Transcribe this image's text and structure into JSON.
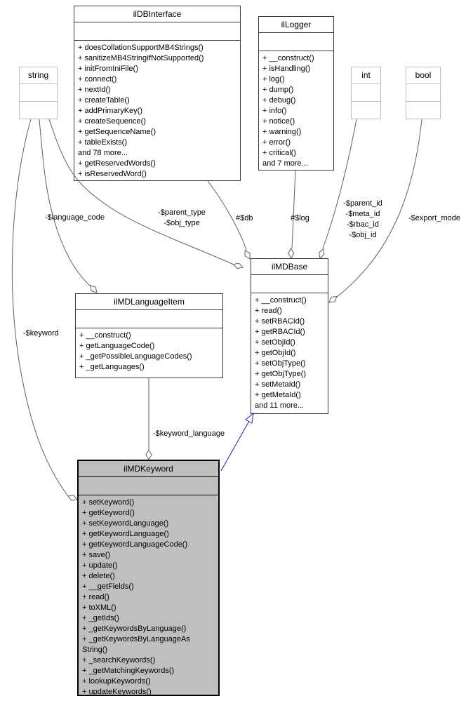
{
  "diagram_type": "uml-collaboration-graph",
  "classes": {
    "ilDBInterface": {
      "title": "ilDBInterface",
      "methods": [
        "+ doesCollationSupportMB4Strings()",
        "+ sanitizeMB4StringIfNotSupported()",
        "+ initFromIniFile()",
        "+ connect()",
        "+ nextId()",
        "+ createTable()",
        "+ addPrimaryKey()",
        "+ createSequence()",
        "+ getSequenceName()",
        "+ tableExists()",
        "and 78 more...",
        "+ getReservedWords()",
        "+ isReservedWord()"
      ]
    },
    "ilLogger": {
      "title": "ilLogger",
      "methods": [
        "+ __construct()",
        "+ isHandling()",
        "+ log()",
        "+ dump()",
        "+ debug()",
        "+ info()",
        "+ notice()",
        "+ warning()",
        "+ error()",
        "+ critical()",
        "and 7 more..."
      ]
    },
    "string": {
      "title": "string",
      "methods": []
    },
    "int": {
      "title": "int",
      "methods": []
    },
    "bool": {
      "title": "bool",
      "methods": []
    },
    "ilMDBase": {
      "title": "ilMDBase",
      "methods": [
        "+ __construct()",
        "+ read()",
        "+ setRBACId()",
        "+ getRBACId()",
        "+ setObjId()",
        "+ getObjId()",
        "+ setObjType()",
        "+ getObjType()",
        "+ setMetaId()",
        "+ getMetaId()",
        "and 11 more..."
      ]
    },
    "ilMDLanguageItem": {
      "title": "ilMDLanguageItem",
      "methods": [
        "+ __construct()",
        "+ getLanguageCode()",
        "+ _getPossibleLanguageCodes()",
        "+ _getLanguages()"
      ]
    },
    "ilMDKeyword": {
      "title": "ilMDKeyword",
      "highlighted": true,
      "methods": [
        "+ setKeyword()",
        "+ getKeyword()",
        "+ setKeywordLanguage()",
        "+ getKeywordLanguage()",
        "+ getKeywordLanguageCode()",
        "+ save()",
        "+ update()",
        "+ delete()",
        "+ __getFields()",
        "+ read()",
        "+ toXML()",
        "+ _getIds()",
        "+ _getKeywordsByLanguage()",
        "+ _getKeywordsByLanguageAs",
        "String()",
        "+ _searchKeywords()",
        "+ _getMatchingKeywords()",
        "+ lookupKeywords()",
        "+ updateKeywords()"
      ]
    }
  },
  "labels": {
    "language_code": "-$language_code",
    "parent_type": "-$parent_type",
    "obj_type": "-$obj_type",
    "db": "#$db",
    "log": "#$log",
    "parent_id": "-$parent_id",
    "meta_id": "-$meta_id",
    "rbac_id": "-$rbac_id",
    "obj_id": "-$obj_id",
    "export_mode": "-$export_mode",
    "keyword": "-$keyword",
    "keyword_language": "-$keyword_language"
  },
  "colors": {
    "highlight_fill": "#bfbfbf",
    "box_border": "#383838",
    "external_border": "#bebebe",
    "edge_color": "#606060",
    "inheritance_color": "#24249b",
    "background": "#ffffff"
  }
}
